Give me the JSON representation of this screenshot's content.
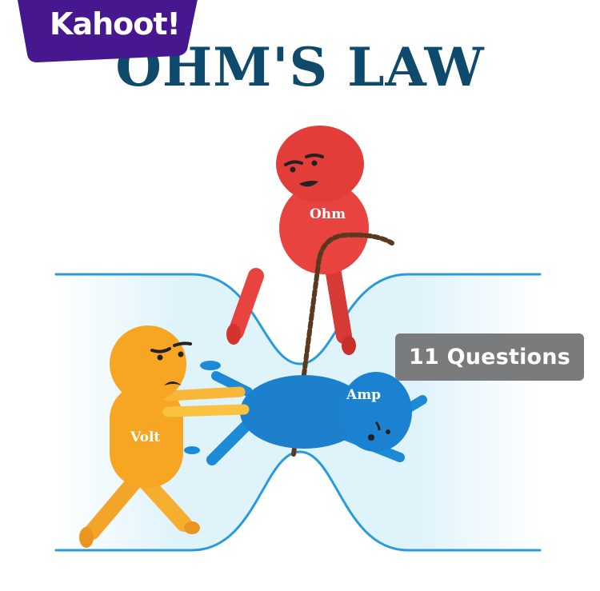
{
  "brand": {
    "logo_text": "Kahoot!",
    "logo_color": "#46178f"
  },
  "cover": {
    "title": "OHM'S LAW",
    "title_color": "#0d4a6b",
    "question_count_badge": "11 Questions",
    "badge_color": "#7a7b7c"
  },
  "illustration": {
    "characters": [
      {
        "label": "Ohm",
        "color": "#e8433f"
      },
      {
        "label": "Volt",
        "color": "#f6a623"
      },
      {
        "label": "Amp",
        "color": "#1c8ad6"
      }
    ],
    "channel_color": "#2a9ad8",
    "channel_fill": "#e4f5fd"
  }
}
